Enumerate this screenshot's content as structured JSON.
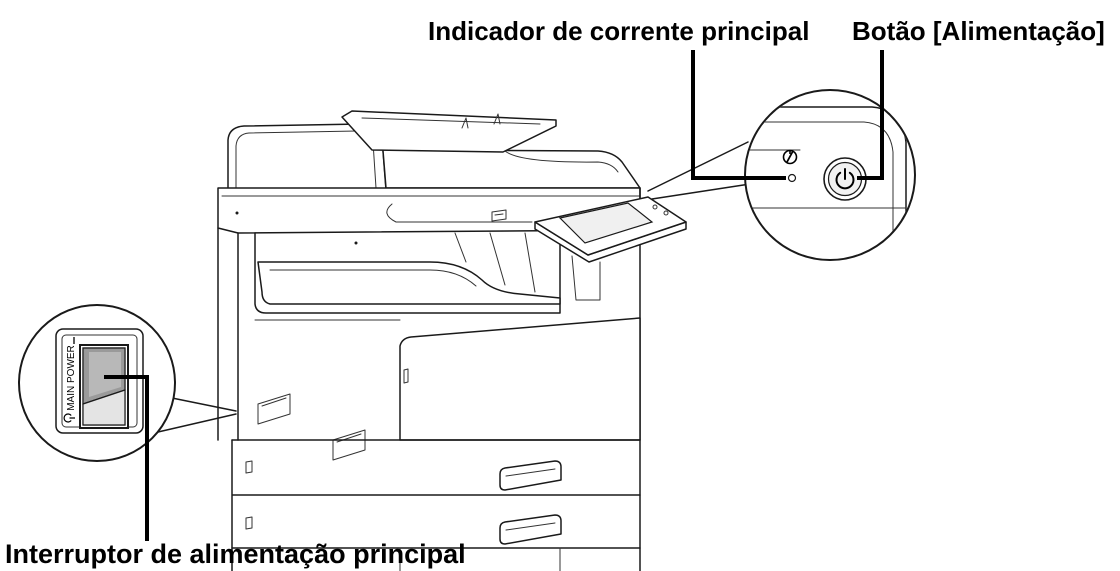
{
  "labels": {
    "main_power_indicator": "Indicador de corrente principal",
    "power_button": "Botão [Alimentação]",
    "main_power_switch": "Interruptor de alimentação principal"
  },
  "switch_plate": {
    "text": "MAIN POWER"
  },
  "icons": {
    "power_button_symbol": "power-icon",
    "indicator_symbol": "main-power-indicator-icon",
    "switch_symbol": "power-icon"
  },
  "colors": {
    "line": "#000000",
    "background": "#ffffff",
    "switch_light": "#d6d6d6",
    "switch_dark": "#9a9a9a"
  }
}
